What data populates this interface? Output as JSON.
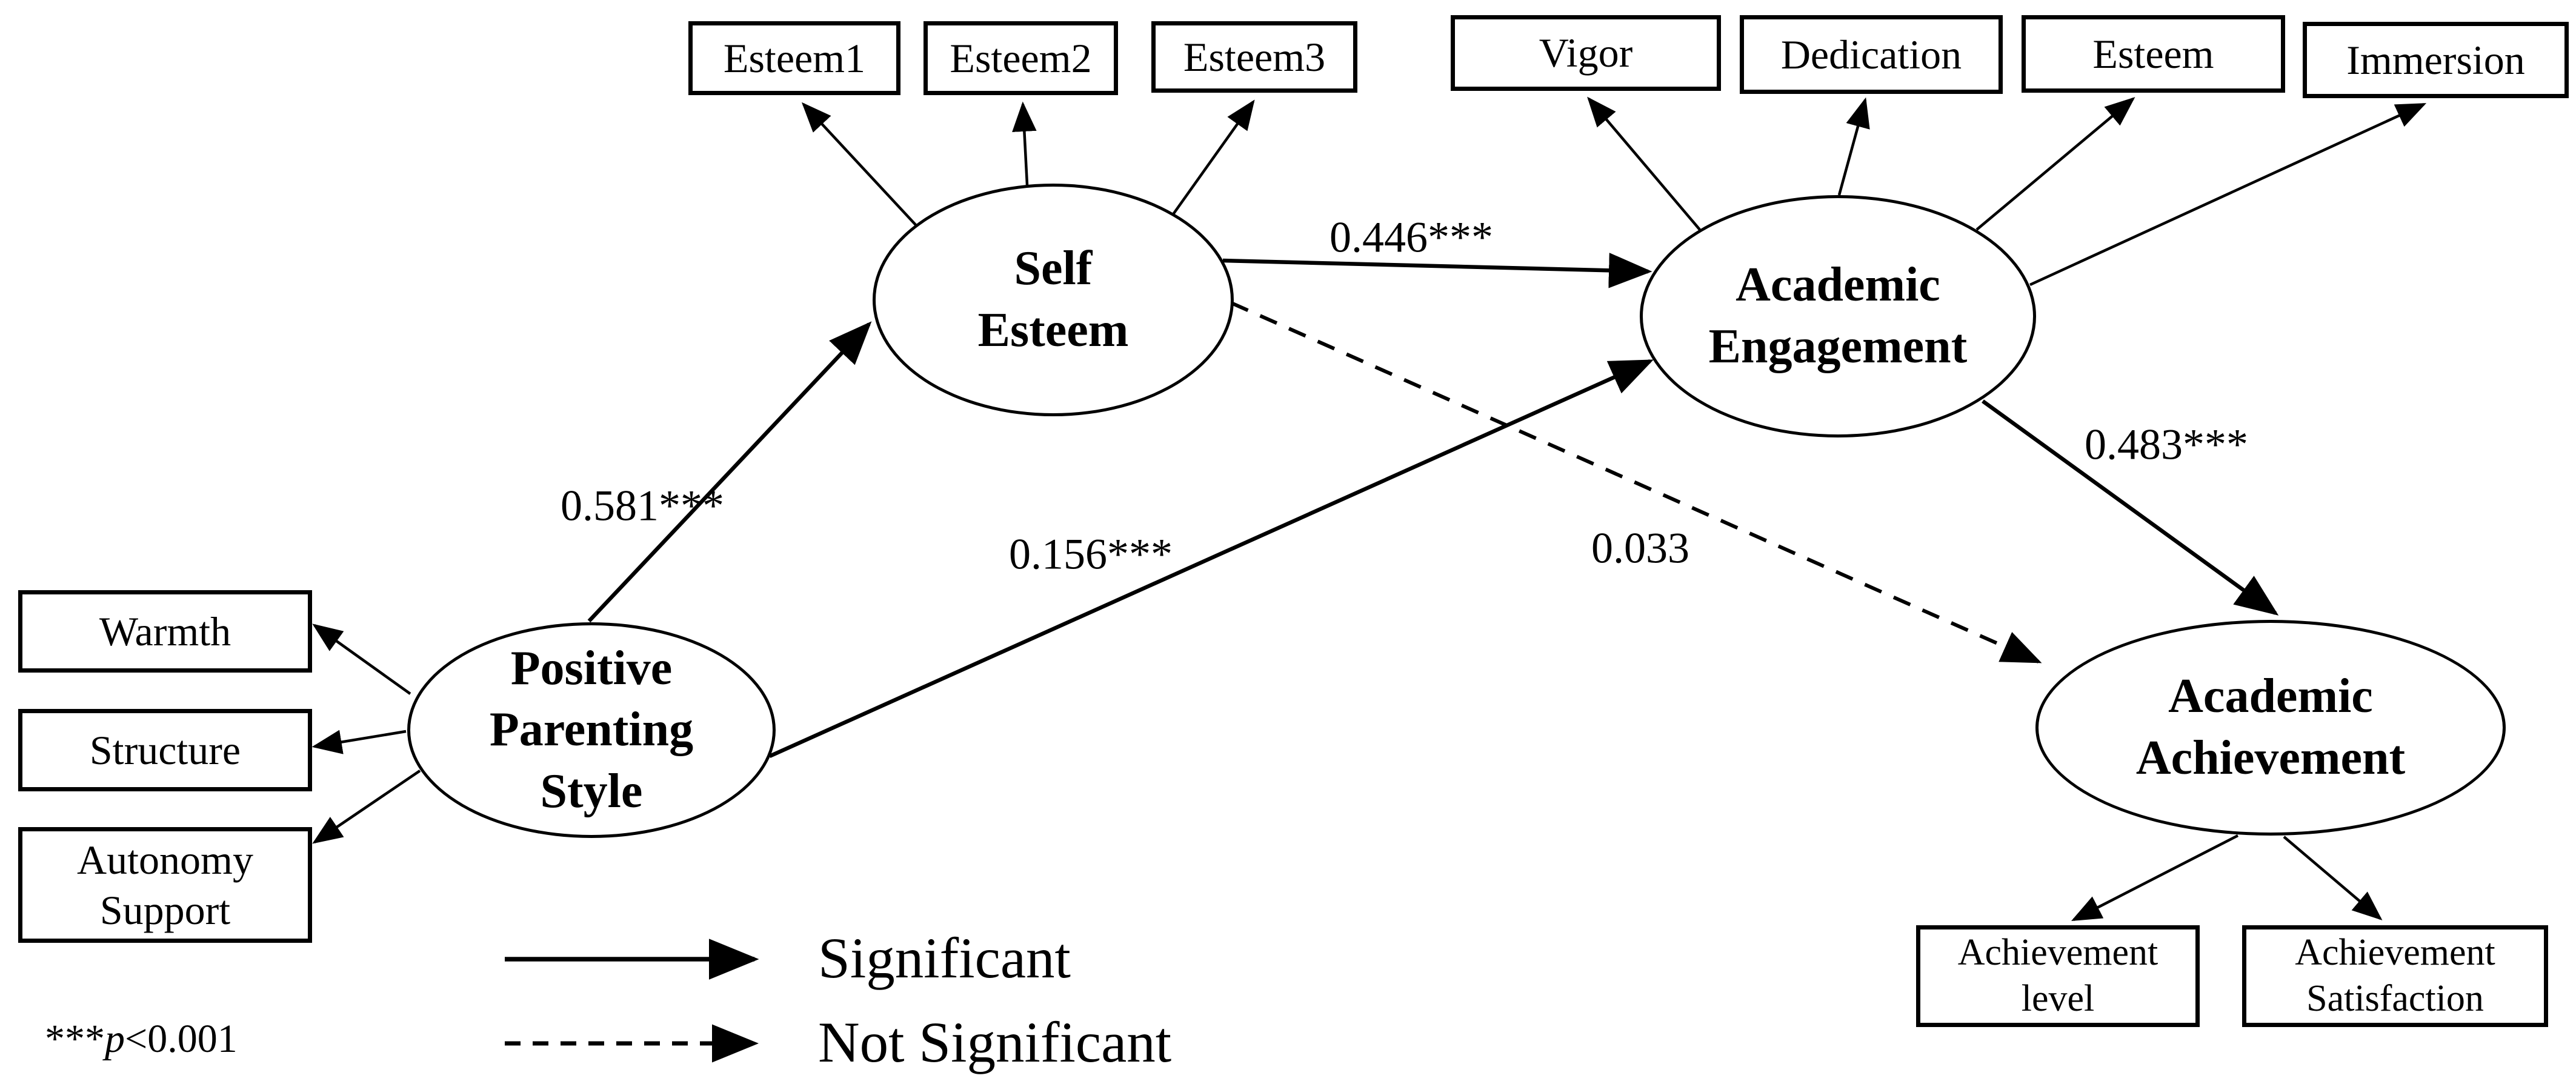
{
  "diagram": {
    "background_color": "#ffffff",
    "line_color": "#000000",
    "latent_variables": [
      {
        "id": "pps",
        "label": "Positive\nParenting\nStyle"
      },
      {
        "id": "se",
        "label": "Self\nEsteem"
      },
      {
        "id": "ae",
        "label": "Academic\nEngagement"
      },
      {
        "id": "aa",
        "label": "Academic\nAchievement"
      }
    ],
    "observed_variables": [
      {
        "id": "esteem1",
        "label": "Esteem1",
        "indicator_of": "Self Esteem"
      },
      {
        "id": "esteem2",
        "label": "Esteem2",
        "indicator_of": "Self Esteem"
      },
      {
        "id": "esteem3",
        "label": "Esteem3",
        "indicator_of": "Self Esteem"
      },
      {
        "id": "vigor",
        "label": "Vigor",
        "indicator_of": "Academic Engagement"
      },
      {
        "id": "dedication",
        "label": "Dedication",
        "indicator_of": "Academic Engagement"
      },
      {
        "id": "esteem",
        "label": "Esteem",
        "indicator_of": "Academic Engagement"
      },
      {
        "id": "immersion",
        "label": "Immersion",
        "indicator_of": "Academic Engagement"
      },
      {
        "id": "warmth",
        "label": "Warmth",
        "indicator_of": "Positive Parenting Style"
      },
      {
        "id": "structure",
        "label": "Structure",
        "indicator_of": "Positive Parenting Style"
      },
      {
        "id": "autonomy",
        "label": "Autonomy\nSupport",
        "indicator_of": "Positive Parenting Style"
      },
      {
        "id": "ach_level",
        "label": "Achievement\nlevel",
        "indicator_of": "Academic Achievement"
      },
      {
        "id": "ach_sat",
        "label": "Achievement\nSatisfaction",
        "indicator_of": "Academic Achievement"
      }
    ],
    "paths": [
      {
        "from": "Positive Parenting Style",
        "to": "Self Esteem",
        "coefficient": "0.581***",
        "significant": true
      },
      {
        "from": "Positive Parenting Style",
        "to": "Academic Engagement",
        "coefficient": "0.156***",
        "significant": true
      },
      {
        "from": "Self Esteem",
        "to": "Academic Engagement",
        "coefficient": "0.446***",
        "significant": true
      },
      {
        "from": "Self Esteem",
        "to": "Academic Achievement",
        "coefficient": "0.033",
        "significant": false
      },
      {
        "from": "Academic Engagement",
        "to": "Academic Achievement",
        "coefficient": "0.483***",
        "significant": true
      }
    ],
    "legend": {
      "significant_label": "Significant",
      "not_significant_label": "Not Significant"
    },
    "note": {
      "stars": "***",
      "p_symbol": "p",
      "threshold": "<0.001"
    }
  }
}
